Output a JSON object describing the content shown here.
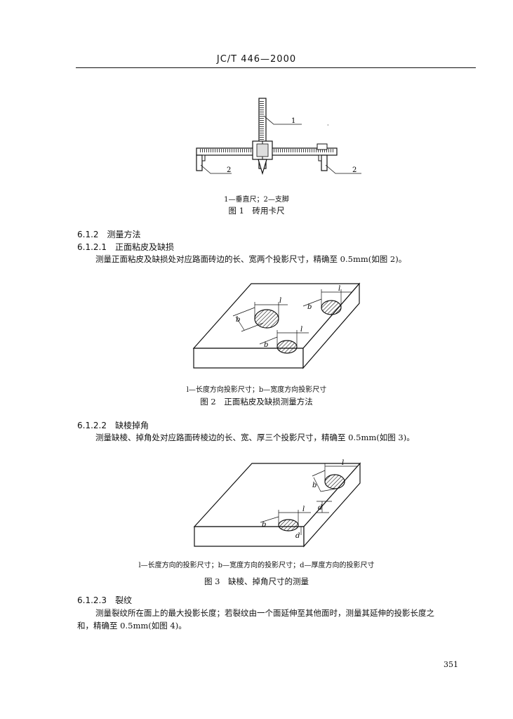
{
  "header": {
    "standard": "JC/T 446—2000"
  },
  "fig1": {
    "callout1": "1",
    "callout2a": "2",
    "callout2b": "2",
    "legend": "1—垂直尺；2—支脚",
    "caption": "图 1　砖用卡尺"
  },
  "sections": {
    "s612": {
      "num": "6.1.2",
      "title": "测量方法"
    },
    "s6121": {
      "num": "6.1.2.1",
      "title": "正面粘皮及缺损"
    },
    "p6121": "测量正面粘皮及缺损处对应路面砖边的长、宽两个投影尺寸，精确至 0.5mm(如图 2)。",
    "s6122": {
      "num": "6.1.2.2",
      "title": "缺棱掉角"
    },
    "p6122": "测量缺棱、掉角处对应路面砖棱边的长、宽、厚三个投影尺寸，精确至 0.5mm(如图 3)。",
    "s6123": {
      "num": "6.1.2.3",
      "title": "裂纹"
    },
    "p6123_line1": "测量裂纹所在面上的最大投影长度；若裂纹由一个面延伸至其他面时，测量其延伸的投影长度之",
    "p6123_line2": "和，精确至 0.5mm(如图 4)。"
  },
  "fig2": {
    "label_l1": "l",
    "label_b1": "b",
    "label_l2": "l",
    "label_b2": "b",
    "label_l3": "l",
    "label_b3": "b",
    "legend": "l—长度方向投影尺寸；b—宽度方向投影尺寸",
    "caption": "图 2　正面粘皮及缺损测量方法"
  },
  "fig3": {
    "label_l1": "l",
    "label_b1": "b",
    "label_d1": "d",
    "label_l2": "l",
    "label_b2": "b",
    "label_d2": "d",
    "legend": "l—长度方向的投影尺寸；b—宽度方向的投影尺寸；d—厚度方向的投影尺寸",
    "caption": "图 3　缺棱、掉角尺寸的测量"
  },
  "footer": {
    "page_number": "351"
  }
}
